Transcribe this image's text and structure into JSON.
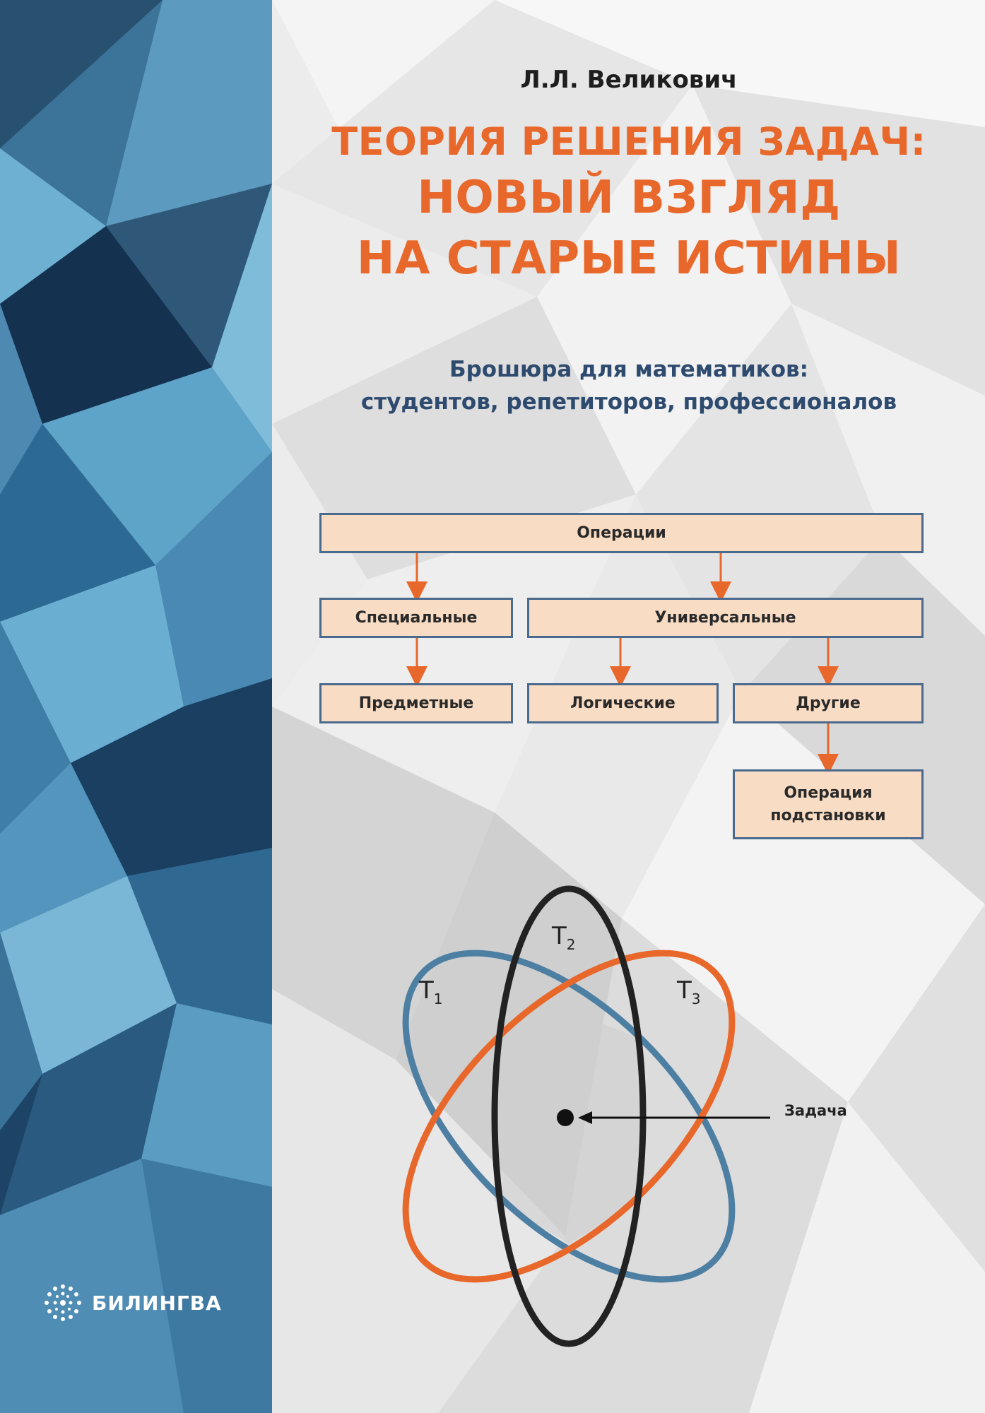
{
  "author": "Л.Л. Великович",
  "title": {
    "line1": "ТЕОРИЯ РЕШЕНИЯ ЗАДАЧ:",
    "line2": "НОВЫЙ ВЗГЛЯД",
    "line3": "НА СТАРЫЕ ИСТИНЫ"
  },
  "subtitle": {
    "line1": "Брошюра для математиков:",
    "line2": "студентов, репетиторов, профессионалов"
  },
  "diagram": {
    "root": "Операции",
    "special": "Специальные",
    "universal": "Универсальные",
    "subject": "Предметные",
    "logical": "Логические",
    "other": "Другие",
    "substitution_line1": "Операция",
    "substitution_line2": "подстановки"
  },
  "venn": {
    "t1": "T",
    "t1_sub": "1",
    "t2": "T",
    "t2_sub": "2",
    "t3": "T",
    "t3_sub": "3",
    "task": "Задача"
  },
  "publisher": "БИЛИНГВА",
  "colors": {
    "title": "#e8672a",
    "subtitle": "#2e4a6e",
    "box_fill": "#f9dcc4",
    "box_border": "#4a6a8e",
    "arrow": "#e8672a",
    "ellipse_t1": "#4d7fa3",
    "ellipse_t2": "#222222",
    "ellipse_t3": "#e8672a"
  }
}
